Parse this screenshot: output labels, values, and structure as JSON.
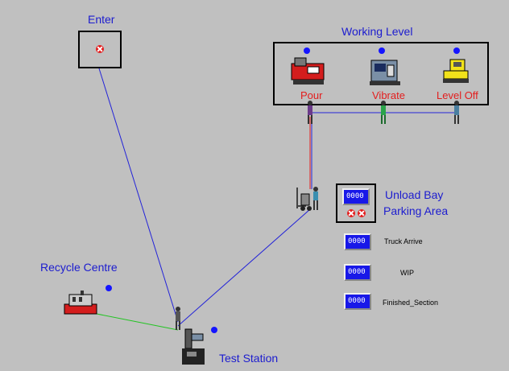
{
  "entry": {
    "label": "Enter"
  },
  "working_level": {
    "label": "Working Level",
    "stations": [
      {
        "label": "Pour",
        "icon": "lathe-machine-icon"
      },
      {
        "label": "Vibrate",
        "icon": "vibrator-machine-icon"
      },
      {
        "label": "Level Off",
        "icon": "leveling-machine-icon"
      }
    ]
  },
  "unload_bay": {
    "line1": "Unload Bay",
    "line2": "Parking Area",
    "counter": "0000"
  },
  "recycle": {
    "label": "Recycle Centre"
  },
  "test_station": {
    "label": "Test Station"
  },
  "counters": [
    {
      "value": "0000",
      "label": "Truck Arrive"
    },
    {
      "value": "0000",
      "label": "WIP"
    },
    {
      "value": "0000",
      "label": "Finished_Section"
    }
  ],
  "colors": {
    "background": "#c0c0c0",
    "path_blue": "#2323d8",
    "path_red": "#e31d1d",
    "path_green": "#22c422",
    "label_blue": "#1c1ccf"
  }
}
